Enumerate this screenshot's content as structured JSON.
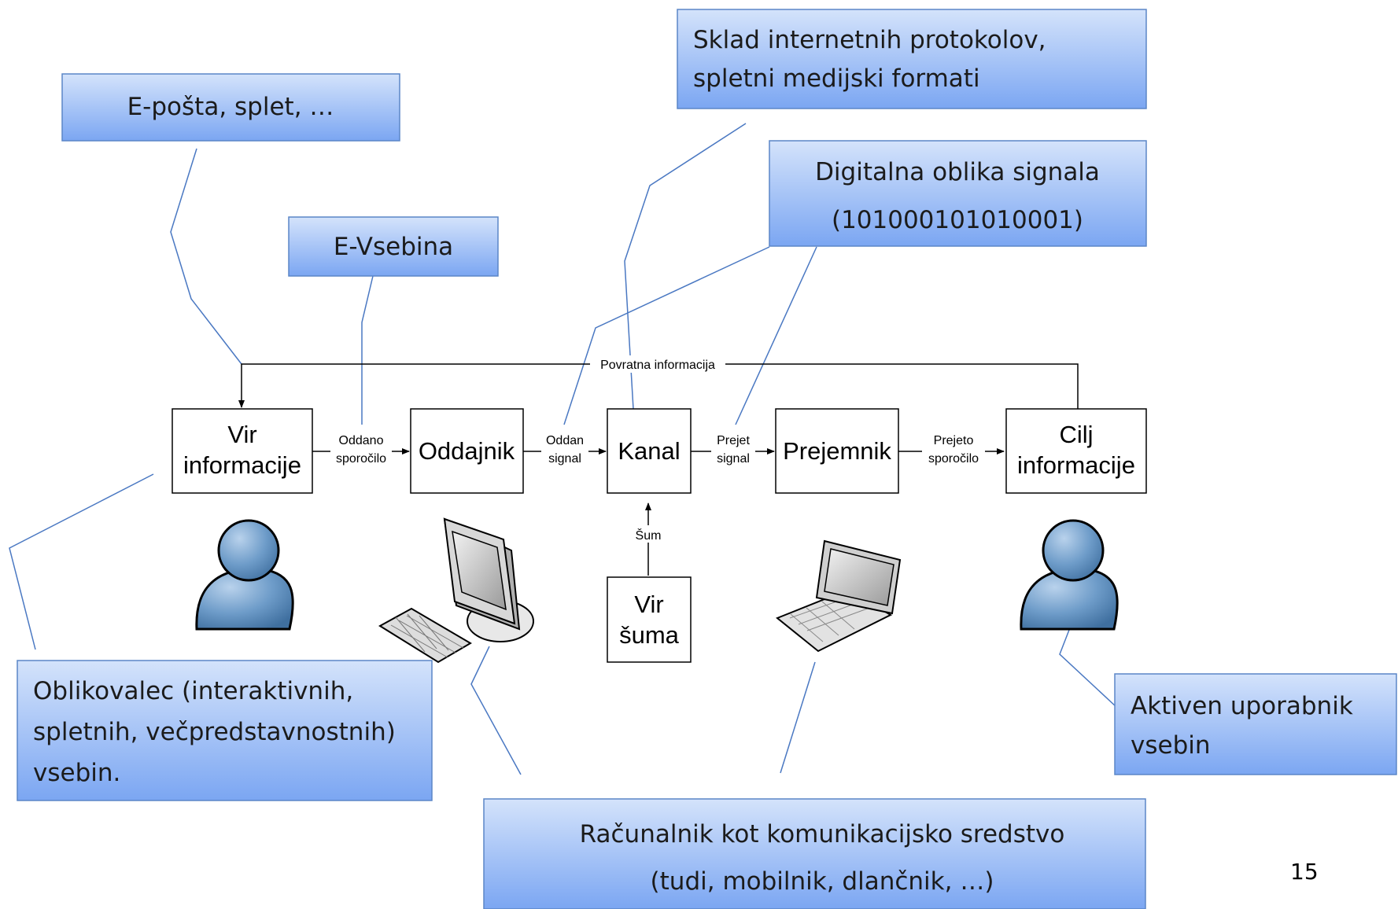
{
  "callouts": {
    "eposta": "E-pošta, splet, …",
    "evsebina": "E-Vsebina",
    "sklad": [
      "Sklad internetnih protokolov,",
      "spletni medijski formati"
    ],
    "digitalna": [
      "Digitalna oblika signala",
      "(101000101010001)"
    ],
    "oblikovalec": [
      "Oblikovalec (interaktivnih,",
      "spletnih, večpredstavnostnih)",
      "vsebin."
    ],
    "aktiven": [
      "Aktiven uporabnik",
      "vsebin"
    ],
    "racunalnik": [
      "Računalnik kot komunikacijsko sredstvo",
      "(tudi, mobilnik, dlančnik, …)"
    ]
  },
  "boxes": {
    "vir": [
      "Vir",
      "informacije"
    ],
    "oddajnik": "Oddajnik",
    "kanal": "Kanal",
    "prejemnik": "Prejemnik",
    "cilj": [
      "Cilj",
      "informacije"
    ],
    "vir_suma": [
      "Vir",
      "šuma"
    ]
  },
  "arrow_labels": {
    "oddano": [
      "Oddano",
      "sporočilo"
    ],
    "oddan": [
      "Oddan",
      "signal"
    ],
    "prejet": [
      "Prejet",
      "signal"
    ],
    "prejeto": [
      "Prejeto",
      "sporočilo"
    ],
    "sum": "Šum",
    "povratna": "Povratna informacija"
  },
  "page_number": "15",
  "colors": {
    "callout_top": "#d4e3fb",
    "callout_bottom": "#7ba6f2",
    "callout_border": "#5b86c7",
    "leader_line": "#4a78c2",
    "person_light": "#8fb4da",
    "person_dark": "#3f6f9f"
  },
  "icons": {
    "person_left": "person-icon",
    "person_right": "person-icon",
    "computer": "desktop-computer-icon",
    "laptop": "laptop-icon"
  }
}
